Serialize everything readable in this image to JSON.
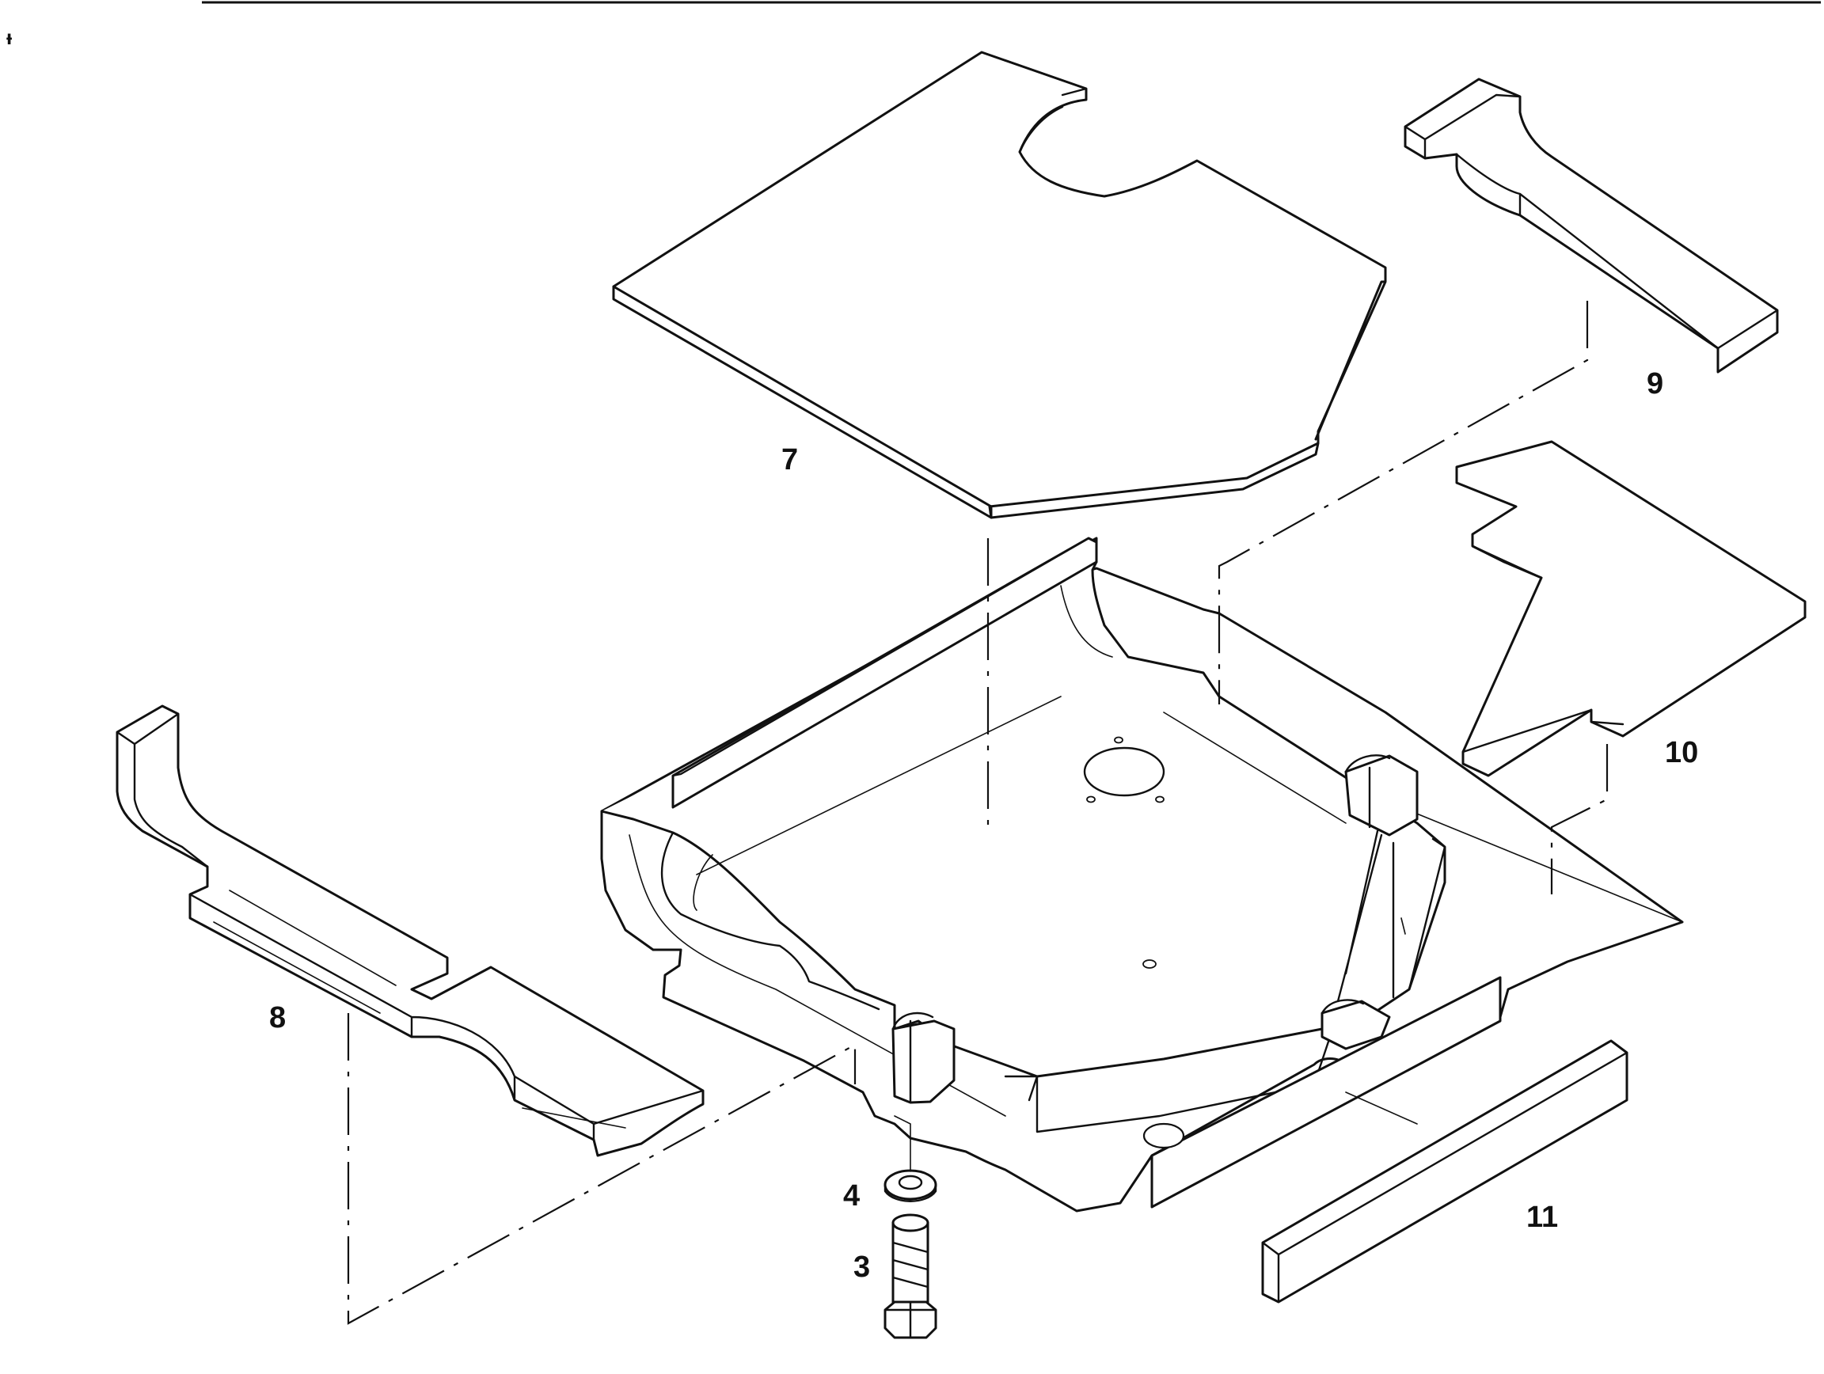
{
  "diagram": {
    "callouts": [
      "7",
      "9",
      "10",
      "8",
      "4",
      "3",
      "11"
    ]
  }
}
